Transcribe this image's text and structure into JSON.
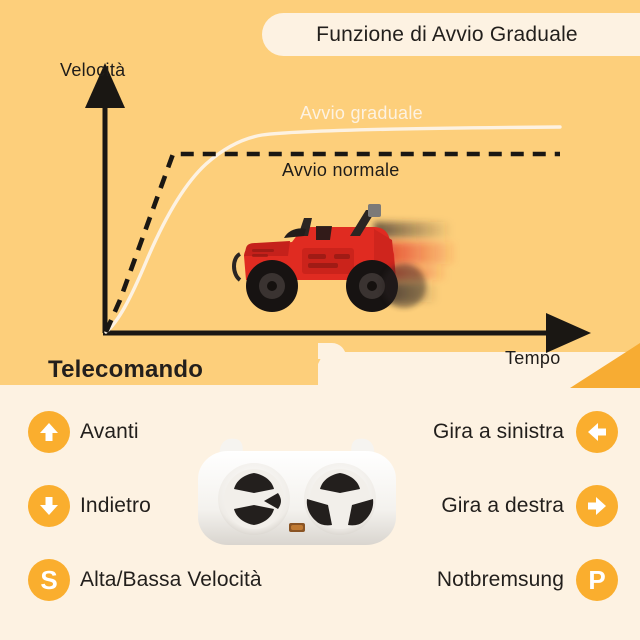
{
  "title_banner": {
    "text": "Funzione di Avvio Graduale"
  },
  "colors": {
    "background_top": "#FDCF7B",
    "background_bottom": "#FDF2E2",
    "accent_orange": "#FAAE2E",
    "divider_wedge": "#F7AC33",
    "cream_line": "#FDF2E2",
    "dark_line": "#1F1C19",
    "car_body": "#E02B21"
  },
  "chart_data": {
    "type": "line",
    "title": "Funzione di Avvio Graduale",
    "xlabel": "Tempo",
    "ylabel": "Velocità",
    "grid": false,
    "legend": "inline-annotations",
    "xlim": [
      0,
      100
    ],
    "ylim": [
      0,
      100
    ],
    "series": [
      {
        "name": "Avvio graduale",
        "style": "solid",
        "color": "#FDF2E2",
        "label_position": "above-curve-right",
        "x": [
          0,
          5,
          10,
          15,
          20,
          25,
          30,
          35,
          40,
          45,
          50,
          60,
          70,
          80,
          90,
          100
        ],
        "y": [
          0,
          6,
          14,
          24,
          36,
          48,
          59,
          68,
          75,
          80,
          84,
          87,
          88,
          88,
          88,
          88
        ]
      },
      {
        "name": "Avvio normale",
        "style": "dashed",
        "color": "#1F1C19",
        "label_position": "below-curve-center",
        "x": [
          0,
          2,
          5,
          10,
          15,
          20,
          30,
          40,
          50,
          60,
          70,
          80,
          90,
          100
        ],
        "y": [
          0,
          12,
          30,
          58,
          76,
          80,
          80,
          80,
          80,
          80,
          80,
          80,
          80,
          80
        ]
      }
    ],
    "annotations": [
      {
        "text": "Avvio graduale",
        "color": "#FDF2E2"
      },
      {
        "text": "Avvio normale",
        "color": "#1F1C19"
      }
    ],
    "axis_arrows": {
      "x": true,
      "y": true
    }
  },
  "chart": {
    "y_axis_label": "Velocità",
    "x_axis_label": "Tempo",
    "gradual_label": "Avvio graduale",
    "normal_label": "Avvio normale",
    "car_alt": "red-ride-on-jeep-with-motion-blur"
  },
  "remote_section": {
    "heading": "Telecomando",
    "device_alt": "white-two-pad-remote-control",
    "controls_left": [
      {
        "icon": "arrow-up-icon",
        "label": "Avanti"
      },
      {
        "icon": "arrow-down-icon",
        "label": "Indietro"
      },
      {
        "icon": "letter-s-icon",
        "label": "Alta/Bassa Velocità",
        "glyph": "S"
      }
    ],
    "controls_right": [
      {
        "icon": "arrow-left-icon",
        "label": "Gira a sinistra"
      },
      {
        "icon": "arrow-right-icon",
        "label": "Gira a destra"
      },
      {
        "icon": "letter-p-icon",
        "label": "Notbremsung",
        "glyph": "P"
      }
    ]
  }
}
